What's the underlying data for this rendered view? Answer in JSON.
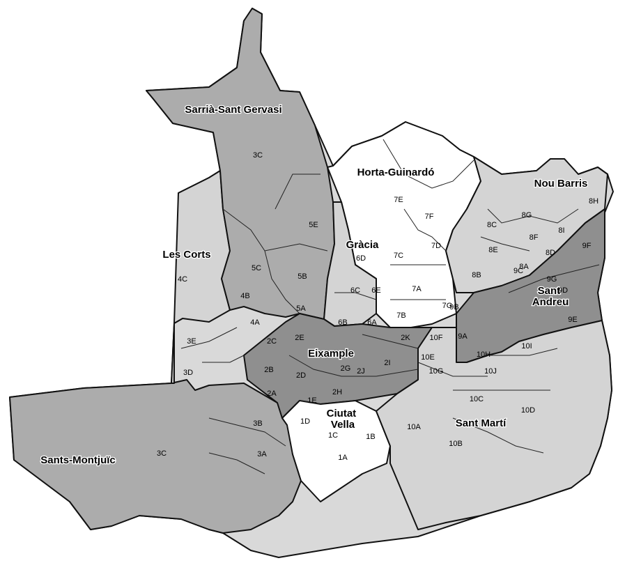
{
  "colors": {
    "dark": "#8f8f8f",
    "medium": "#acacac",
    "light": "#d4d4d4",
    "white": "#ffffff",
    "border": "#111111"
  },
  "districts": [
    {
      "id": "sarria",
      "name": "Sarrià-Sant Gervasi",
      "shade": "medium"
    },
    {
      "id": "horta",
      "name": "Horta-Guinardó",
      "shade": "white"
    },
    {
      "id": "noubarris",
      "name": "Nou Barris",
      "shade": "light"
    },
    {
      "id": "lescorts",
      "name": "Les Corts",
      "shade": "light"
    },
    {
      "id": "gracia",
      "name": "Gràcia",
      "shade": "light"
    },
    {
      "id": "santandreu",
      "name": "Sant Andreu",
      "shade": "dark"
    },
    {
      "id": "eixample",
      "name": "Eixample",
      "shade": "dark"
    },
    {
      "id": "ciutatvella",
      "name": "Ciutat Vella",
      "shade": "white"
    },
    {
      "id": "santmarti",
      "name": "Sant Martí",
      "shade": "light"
    },
    {
      "id": "sants",
      "name": "Sants-Montjuïc",
      "shade": "medium"
    }
  ],
  "zones": {
    "sarria": [
      "3C",
      "5E",
      "5C",
      "5B",
      "5A",
      "4B"
    ],
    "horta": [
      "7E",
      "7F",
      "7D",
      "7C",
      "7A",
      "7G",
      "7B"
    ],
    "noubarris": [
      "8H",
      "8G",
      "8F",
      "8I",
      "8C",
      "8E",
      "8A",
      "8D",
      "8B"
    ],
    "lescorts": [
      "4C",
      "4A"
    ],
    "gracia": [
      "6D",
      "6C",
      "6E",
      "6B",
      "6A"
    ],
    "santandreu": [
      "9F",
      "9G",
      "9C",
      "9D",
      "9B",
      "9E",
      "9A"
    ],
    "eixample": [
      "2C",
      "2E",
      "2B",
      "2D",
      "2A",
      "2G",
      "2K",
      "2I",
      "2J",
      "2H"
    ],
    "ciutatvella": [
      "1E",
      "1D",
      "1C",
      "1B",
      "1A"
    ],
    "santmarti": [
      "10F",
      "10E",
      "10G",
      "10H",
      "10I",
      "10J",
      "10C",
      "10D",
      "10A",
      "10B"
    ],
    "sants": [
      "3E",
      "3D",
      "3B",
      "3A",
      "3C"
    ]
  }
}
